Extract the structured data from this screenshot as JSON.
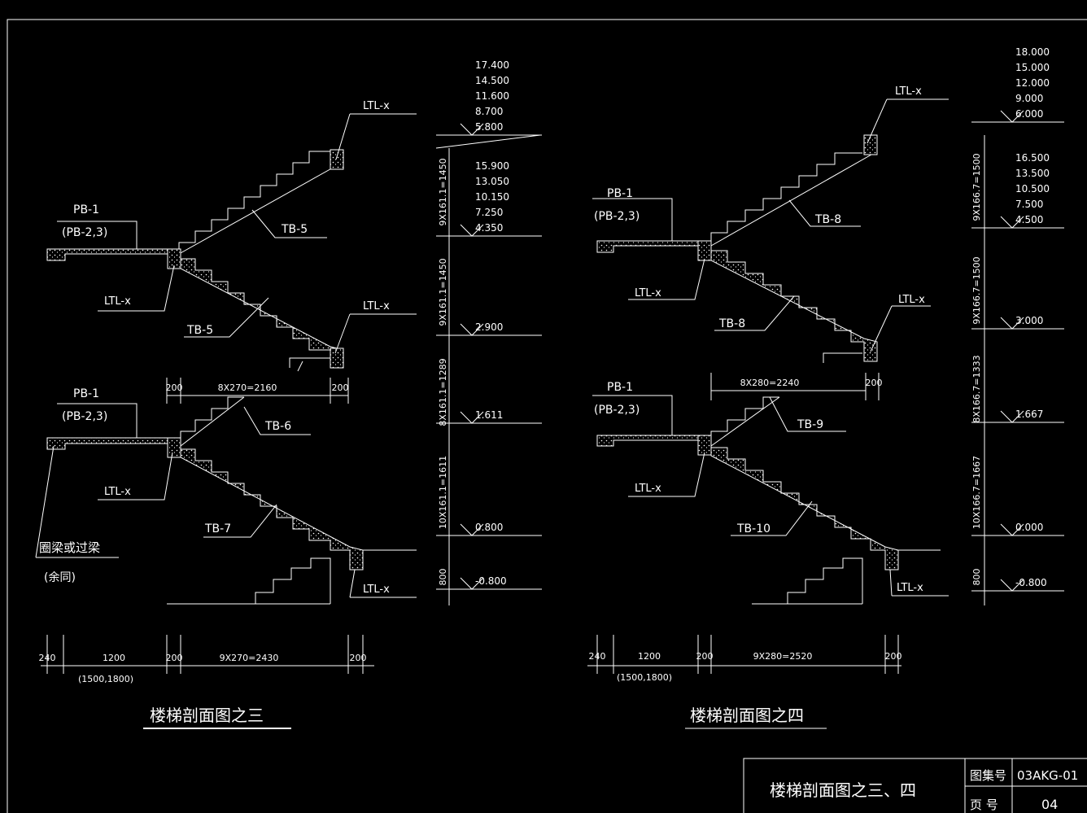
{
  "sheet": {
    "title_block": {
      "drawing_name": "楼梯剖面图之三、四",
      "atlas_label": "图集号",
      "atlas_value": "03AKG-01",
      "page_label": "页 号",
      "page_value": "04"
    }
  },
  "left_section": {
    "title": "楼梯剖面图之三",
    "labels": {
      "ltl_top": "LTL-x",
      "pb_upper": "PB-1",
      "pb_upper_alt": "(PB-2,3)",
      "tb5_upper": "TB-5",
      "ltl_upper_mid": "LTL-x",
      "tb5_lower": "TB-5",
      "ltl_upper_right": "LTL-x",
      "pb_lower": "PB-1",
      "pb_lower_alt": "(PB-2,3)",
      "tb6": "TB-6",
      "ltl_lower_mid": "LTL-x",
      "tb7": "TB-7",
      "ring_beam": "圈梁或过梁",
      "ring_beam_note": "(余同)",
      "ltl_bottom": "LTL-x"
    },
    "top_dims": {
      "left": "200",
      "mid": "8X270=2160",
      "right": "200"
    },
    "elev_groups": [
      {
        "values": [
          "17.400",
          "14.500",
          "11.600",
          "8.700",
          "5.800"
        ]
      },
      {
        "values": [
          "15.900",
          "13.050",
          "10.150",
          "7.250",
          "4.350"
        ]
      },
      {
        "values": [
          "2.900"
        ]
      },
      {
        "values": [
          "1.611"
        ]
      },
      {
        "values": [
          "0.800"
        ]
      },
      {
        "values": [
          "-0.800"
        ]
      }
    ],
    "vertical_dims": [
      "9X161.1=1450",
      "9X161.1=1450",
      "8X161.1=1289",
      "10X161.1=1611",
      "800"
    ],
    "bottom_dims": {
      "d1": "240",
      "d2": "1200",
      "d2_alt": "(1500,1800)",
      "d3": "200",
      "d4": "9X270=2430",
      "d5": "200"
    }
  },
  "right_section": {
    "title": "楼梯剖面图之四",
    "labels": {
      "ltl_top": "LTL-x",
      "pb_upper": "PB-1",
      "pb_upper_alt": "(PB-2,3)",
      "tb8_upper": "TB-8",
      "ltl_upper_mid": "LTL-x",
      "tb8_lower": "TB-8",
      "ltl_upper_right": "LTL-x",
      "pb_lower": "PB-1",
      "pb_lower_alt": "(PB-2,3)",
      "tb9": "TB-9",
      "ltl_lower_mid": "LTL-x",
      "tb10": "TB-10",
      "ltl_bottom": "LTL-x"
    },
    "top_dims": {
      "mid": "8X280=2240",
      "right": "200"
    },
    "elev_groups": [
      {
        "values": [
          "18.000",
          "15.000",
          "12.000",
          "9.000",
          "6.000"
        ]
      },
      {
        "values": [
          "16.500",
          "13.500",
          "10.500",
          "7.500",
          "4.500"
        ]
      },
      {
        "values": [
          "3.000"
        ]
      },
      {
        "values": [
          "1.667"
        ]
      },
      {
        "values": [
          "0.000"
        ]
      },
      {
        "values": [
          "-0.800"
        ]
      }
    ],
    "vertical_dims": [
      "9X166.7=1500",
      "9X166.7=1500",
      "8X166.7=1333",
      "10X166.7=1667",
      "800"
    ],
    "bottom_dims": {
      "d1": "240",
      "d2": "1200",
      "d2_alt": "(1500,1800)",
      "d3": "200",
      "d4": "9X280=2520",
      "d5": "200"
    }
  }
}
